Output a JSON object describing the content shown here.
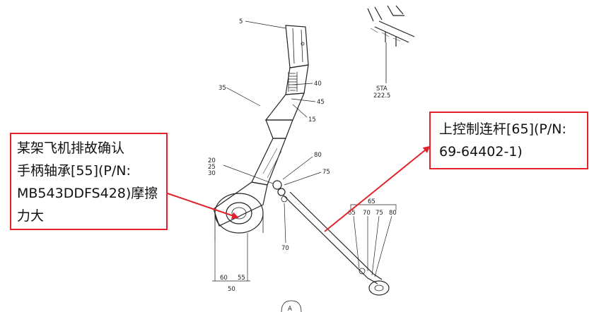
{
  "callouts": {
    "left": {
      "lines": [
        "某架飞机排故确认",
        "手柄轴承[55](P/N:",
        "MB543DDFS428)摩擦",
        "力大"
      ]
    },
    "right": {
      "lines": [
        "上控制连杆[65](P/N:",
        "69-64402-1)"
      ]
    }
  },
  "labels": {
    "p5": "5",
    "p35": "35",
    "p40": "40",
    "p45": "45",
    "p15": "15",
    "p80a": "80",
    "p75a": "75",
    "p20": "20",
    "p25": "25",
    "p30": "30",
    "p70a": "70",
    "p65": "65",
    "p65b": "65",
    "p70b": "70",
    "p75b": "75",
    "p80b": "80",
    "p60": "60",
    "p55": "55",
    "p50": "50",
    "sta": "STA",
    "sta_val": "222.5",
    "view": "A"
  },
  "colors": {
    "callout_border": "#e2232a",
    "arrow": "#e2232a",
    "drawing": "#222222"
  }
}
